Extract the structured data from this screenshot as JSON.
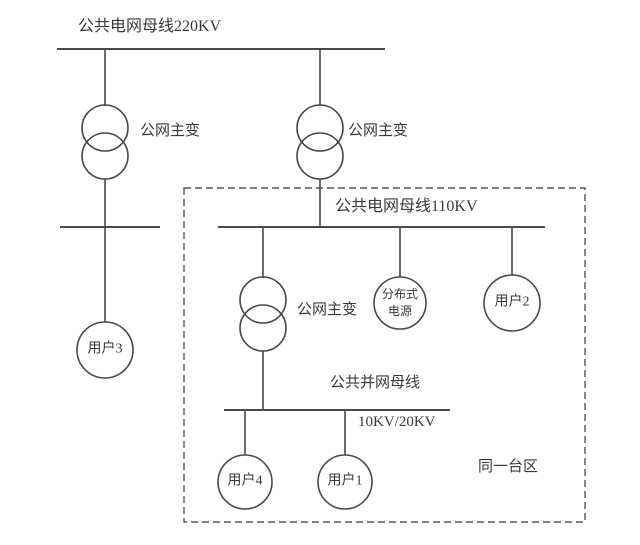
{
  "diagram": {
    "title": "公共电网母线220KV",
    "colors": {
      "line": "#4a4a4a",
      "text": "#3a3a3a",
      "background": "#ffffff",
      "dashed_border": "#555555"
    },
    "buses": [
      {
        "id": "bus-220kv",
        "label": "公共电网母线220KV",
        "voltage": "220KV"
      },
      {
        "id": "bus-110kv",
        "label": "公共电网母线110KV",
        "voltage": "110KV"
      },
      {
        "id": "bus-branch-left",
        "label": ""
      },
      {
        "id": "bus-common-grid",
        "label": "公共并网母线",
        "voltage": "10KV/20KV"
      }
    ],
    "bus_10kv_voltage_label": "10KV/20KV",
    "transformers": [
      {
        "id": "transformer-1",
        "label": "公网主变"
      },
      {
        "id": "transformer-2",
        "label": "公网主变"
      },
      {
        "id": "transformer-3",
        "label": "公网主变"
      }
    ],
    "nodes": [
      {
        "id": "user-3",
        "label": "用户3",
        "type": "user"
      },
      {
        "id": "distributed-power",
        "label_line1": "分布式",
        "label_line2": "电源",
        "type": "source"
      },
      {
        "id": "user-2",
        "label": "用户2",
        "type": "user"
      },
      {
        "id": "user-4",
        "label": "用户4",
        "type": "user"
      },
      {
        "id": "user-1",
        "label": "用户1",
        "type": "user"
      }
    ],
    "region": {
      "id": "same-distribution-area",
      "label": "同一台区",
      "style": "dashed"
    }
  }
}
